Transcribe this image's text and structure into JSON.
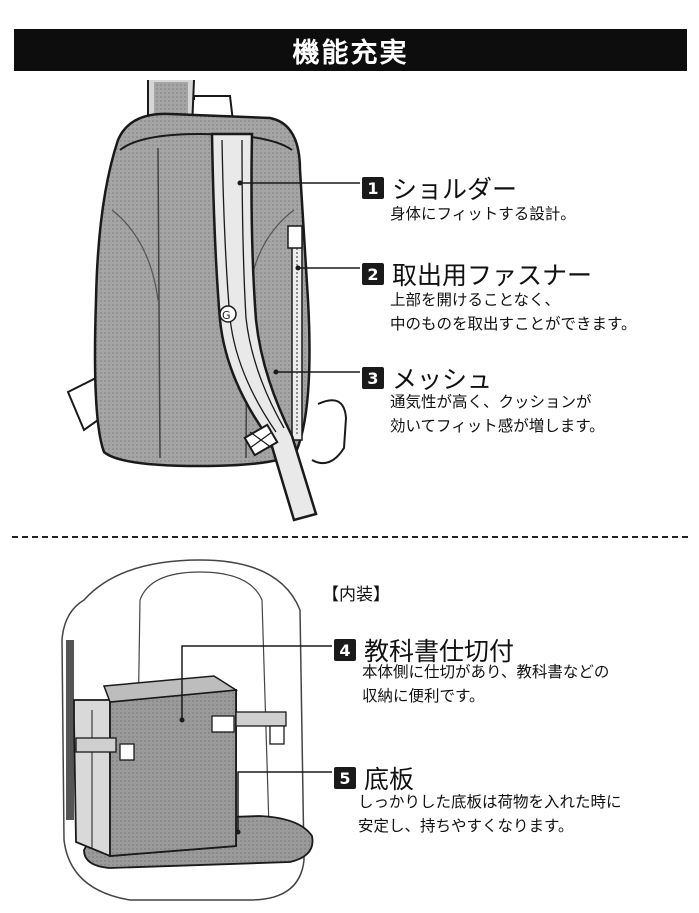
{
  "title": "機能充実",
  "features": [
    {
      "num": "1",
      "heading": "ショルダー",
      "desc": [
        "身体にフィットする設計。"
      ]
    },
    {
      "num": "2",
      "heading": "取出用ファスナー",
      "desc": [
        "上部を開けることなく、",
        "中のものを取出すことができます。"
      ]
    },
    {
      "num": "3",
      "heading": "メッシュ",
      "desc": [
        "通気性が高く、クッションが",
        "効いてフィット感が増します。"
      ]
    }
  ],
  "interior": {
    "label": "【内装】",
    "features": [
      {
        "num": "4",
        "heading": "教科書仕切付",
        "desc": [
          "本体側に仕切があり、教科書などの",
          "収納に便利です。"
        ]
      },
      {
        "num": "5",
        "heading": "底板",
        "desc": [
          "しっかりした底板は荷物を入れた時に",
          "安定し、持ちやすくなります。"
        ]
      }
    ]
  },
  "colors": {
    "title_bg": "#0d0d0d",
    "mesh_fill": "#9c9c9c",
    "line": "#1a1a1a"
  }
}
